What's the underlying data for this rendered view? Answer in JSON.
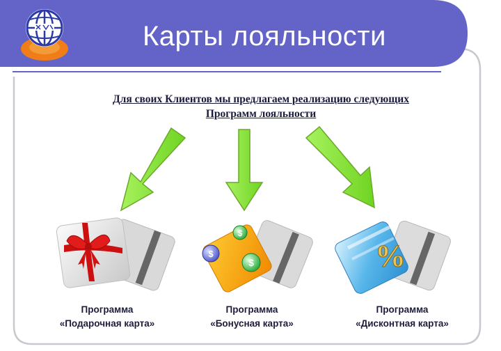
{
  "header": {
    "title": "Карты лояльности"
  },
  "intro": {
    "line1": "Для своих Клиентов мы предлагаем реализацию следующих",
    "line2": "Программ лояльности"
  },
  "programs": [
    {
      "line1": "Программа",
      "line2": "«Подарочная карта»",
      "icon": "gift-card-icon"
    },
    {
      "line1": "Программа",
      "line2": "«Бонусная карта»",
      "icon": "bonus-card-icon"
    },
    {
      "line1": "Программа",
      "line2": "«Дисконтная карта»",
      "icon": "discount-card-icon"
    }
  ],
  "colors": {
    "header_band": "#6464c8",
    "arrow": "#8ce640",
    "frame_border": "#c7c9cf"
  }
}
